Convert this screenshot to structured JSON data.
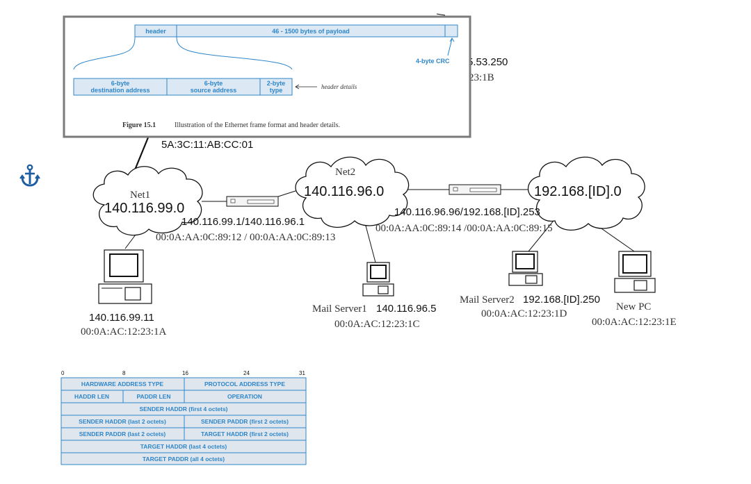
{
  "networks": {
    "net1": {
      "name": "Net1",
      "address": "140.116.99.0"
    },
    "net2": {
      "name": "Net2",
      "address": "140.116.96.0"
    },
    "net3": {
      "address": "192.168.[ID].0"
    }
  },
  "router1": {
    "ip": "140.116.99.1/140.116.96.1",
    "mac": "00:0A:AA:0C:89:12 / 00:0A:AA:0C:89:13"
  },
  "router2": {
    "ip": "140.116.96.96/192.168.[ID].253",
    "mac": "00:0A:AA:0C:89:14 /00:0A:AA:0C:89:15"
  },
  "top_host": {
    "mac": "5A:3C:11:AB:CC:01",
    "ip_partial": "5.53.250",
    "mac_partial": "23:1B"
  },
  "hosts": {
    "pc1": {
      "ip": "140.116.99.11",
      "mac": "00:0A:AC:12:23:1A"
    },
    "mail1": {
      "name": "Mail Server1",
      "ip": "140.116.96.5",
      "mac": "00:0A:AC:12:23:1C"
    },
    "mail2": {
      "name": "Mail Server2",
      "ip": "192.168.[ID].250",
      "mac": "00:0A:AC:12:23:1D"
    },
    "newpc": {
      "name": "New PC",
      "mac": "00:0A:AC:12:23:1E"
    }
  },
  "ethernet_figure": {
    "header": "header",
    "payload": "46 - 1500 bytes of payload",
    "crc": "4-byte CRC",
    "dest_line1": "6-byte",
    "dest_line2": "destination address",
    "src_line1": "6-byte",
    "src_line2": "source address",
    "type_line1": "2-byte",
    "type_line2": "type",
    "header_details": "header details",
    "caption_bold": "Figure 15.1",
    "caption_text": "Illustration of the Ethernet frame format and header details."
  },
  "arp_packet": {
    "bit_labels": [
      "0",
      "8",
      "16",
      "24",
      "31"
    ],
    "hardware_address_type": "HARDWARE ADDRESS TYPE",
    "protocol_address_type": "PROTOCOL ADDRESS TYPE",
    "haddr_len": "HADDR LEN",
    "paddr_len": "PADDR LEN",
    "operation": "OPERATION",
    "sender_haddr_first": "SENDER HADDR (first 4 octets)",
    "sender_haddr_last": "SENDER HADDR (last 2 octets)",
    "sender_paddr_first": "SENDER PADDR (first 2 octets)",
    "sender_paddr_last": "SENDER PADDR (last 2 octets)",
    "target_haddr_first": "TARGET HADDR (first 2 octets)",
    "target_haddr_last": "TARGET HADDR (last 4 octets)",
    "target_paddr_all": "TARGET PADDR (all 4 octets)"
  },
  "colors": {
    "accent_blue": "#2e86c9",
    "cell_fill": "#dce8f4"
  },
  "icons": [
    "anchor-icon",
    "router-icon",
    "computer-icon"
  ]
}
